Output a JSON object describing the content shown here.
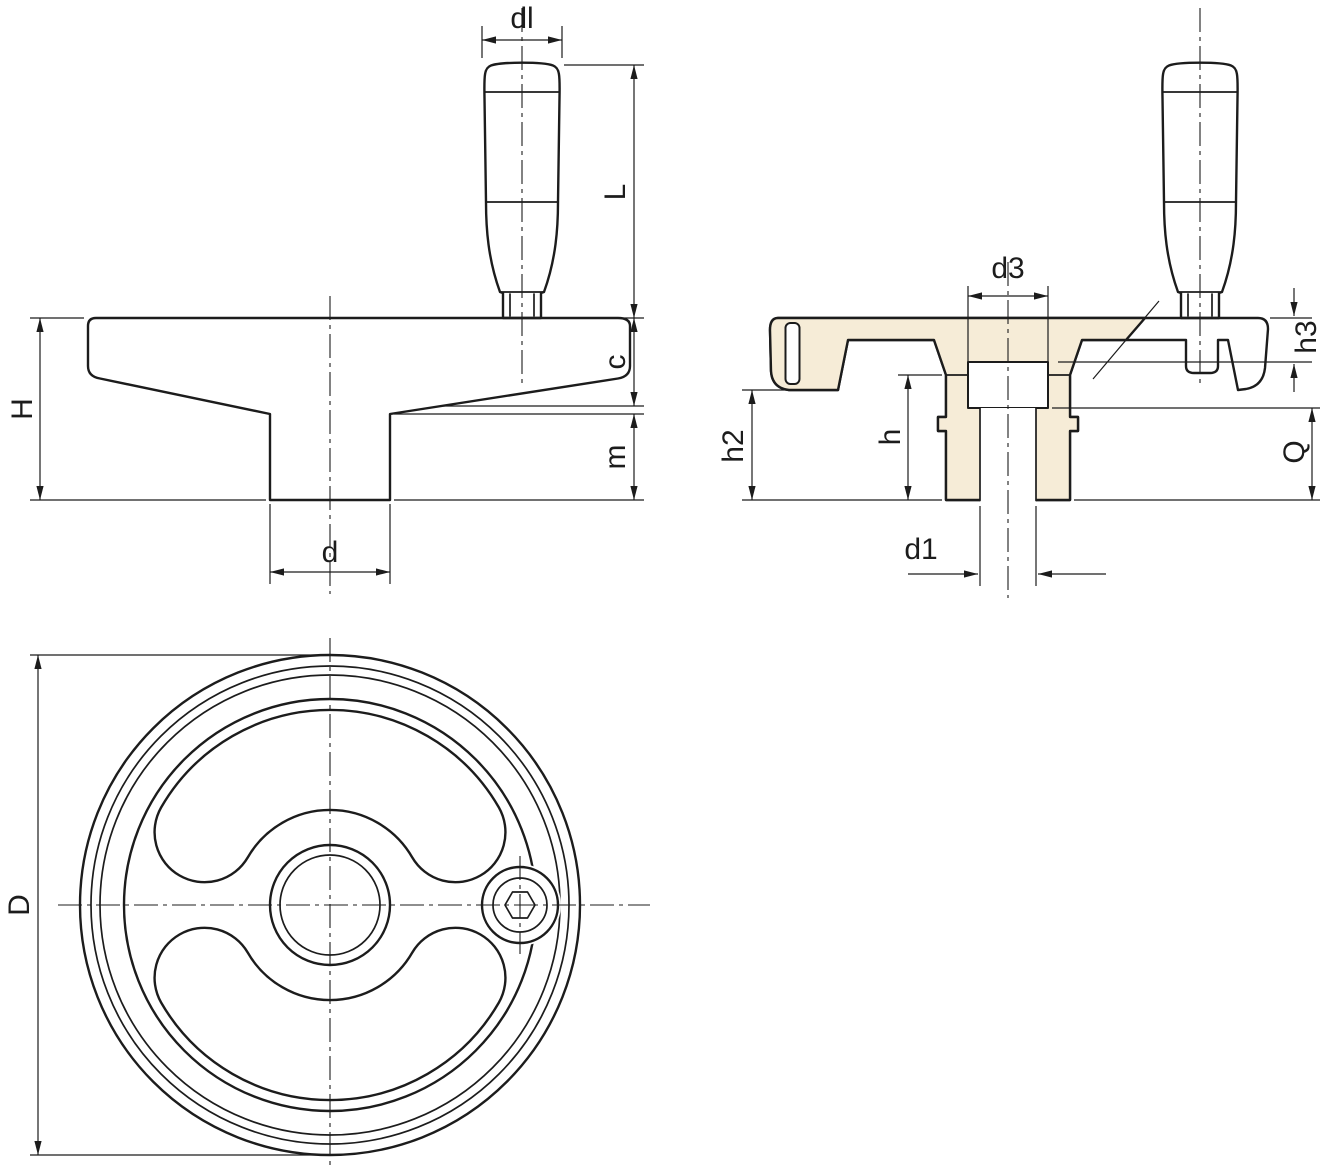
{
  "drawing": {
    "colors": {
      "line": "#1c1c1c",
      "background": "#ffffff",
      "section_fill": "#f6ecd7"
    },
    "labels": {
      "dl": "dl",
      "L": "L",
      "H": "H",
      "c": "c",
      "m": "m",
      "d": "d",
      "d3": "d3",
      "h3": "h3",
      "h2": "h2",
      "h": "h",
      "Q": "Q",
      "d1": "d1",
      "D": "D"
    }
  }
}
